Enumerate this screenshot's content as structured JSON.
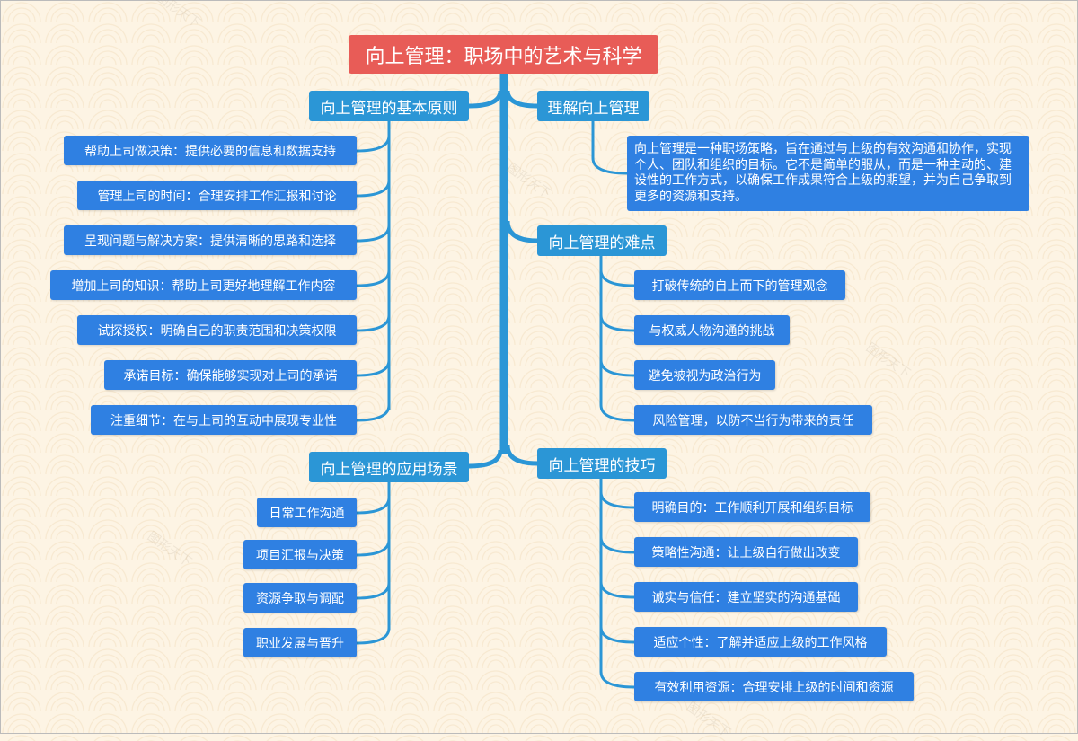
{
  "title": "向上管理：职场中的艺术与科学",
  "principles": {
    "label": "向上管理的基本原则",
    "items": [
      "帮助上司做决策：提供必要的信息和数据支持",
      "管理上司的时间：合理安排工作汇报和讨论",
      "呈现问题与解决方案：提供清晰的思路和选择",
      "增加上司的知识：帮助上司更好地理解工作内容",
      "试探授权：明确自己的职责范围和决策权限",
      "承诺目标：确保能够实现对上司的承诺",
      "注重细节：在与上司的互动中展现专业性"
    ]
  },
  "understanding": {
    "label": "理解向上管理",
    "text": "向上管理是一种职场策略，旨在通过与上级的有效沟通和协作，实现个人、团队和组织的目标。它不是简单的服从，而是一种主动的、建设性的工作方式，以确保工作成果符合上级的期望，并为自己争取到更多的资源和支持。"
  },
  "difficulties": {
    "label": "向上管理的难点",
    "items": [
      "打破传统的自上而下的管理观念",
      "与权威人物沟通的挑战",
      "避免被视为政治行为",
      "风险管理，以防不当行为带来的责任"
    ]
  },
  "scenarios": {
    "label": "向上管理的应用场景",
    "items": [
      "日常工作沟通",
      "项目汇报与决策",
      "资源争取与调配",
      "职业发展与晋升"
    ]
  },
  "skills": {
    "label": "向上管理的技巧",
    "items": [
      "明确目的：工作顺利开展和组织目标",
      "策略性沟通：让上级自行做出改变",
      "诚实与信任：建立坚实的沟通基础",
      "适应个性：了解并适应上级的工作风格",
      "有效利用资源：合理安排上级的时间和资源"
    ]
  },
  "watermark": "图形天下",
  "colors": {
    "root": "#e85c57",
    "branch": "#2b96d6",
    "leaf": "#2f80e2",
    "line": "#2b96d6"
  }
}
